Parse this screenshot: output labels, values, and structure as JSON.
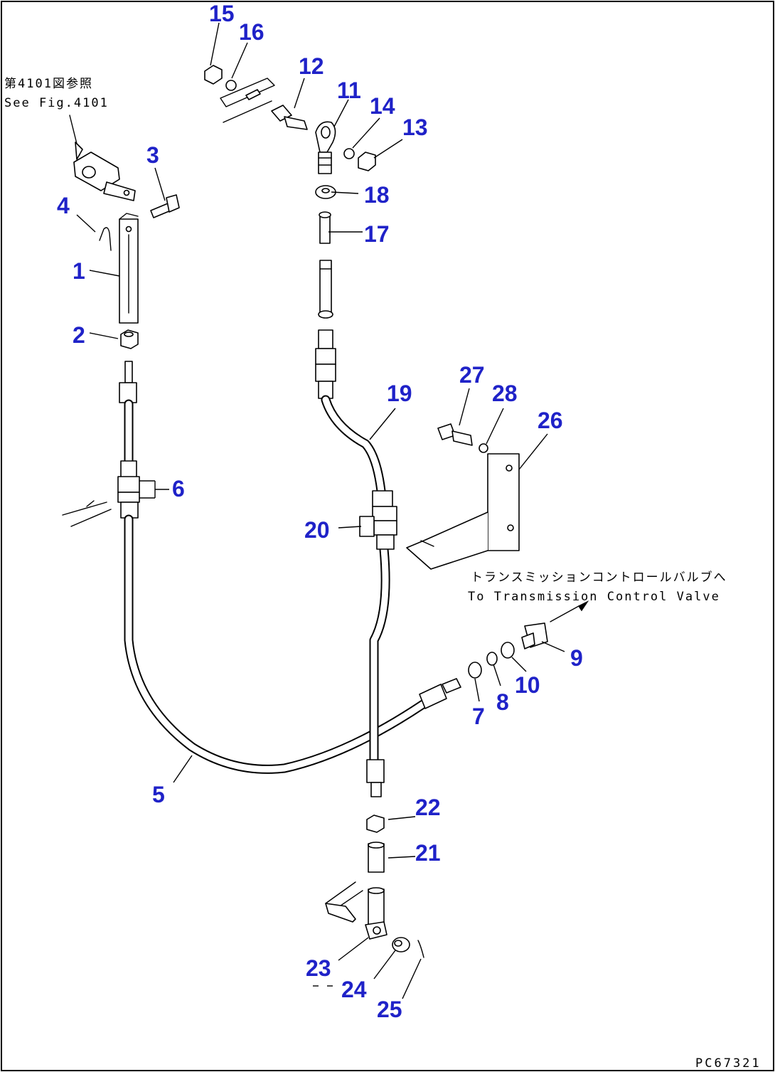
{
  "notes": {
    "see_fig_jp": "第4101図参照",
    "see_fig_en": "See Fig.4101",
    "valve_jp": "トランスミッションコントロールバルブへ",
    "valve_en": "To Transmission Control Valve"
  },
  "drawing_code": "PC67321",
  "callouts": {
    "c1": "1",
    "c2": "2",
    "c3": "3",
    "c4": "4",
    "c5": "5",
    "c6": "6",
    "c7": "7",
    "c8": "8",
    "c9": "9",
    "c10": "10",
    "c11": "11",
    "c12": "12",
    "c13": "13",
    "c14": "14",
    "c15": "15",
    "c16": "16",
    "c17": "17",
    "c18": "18",
    "c19": "19",
    "c20": "20",
    "c21": "21",
    "c22": "22",
    "c23": "23",
    "c24": "24",
    "c25": "25",
    "c26": "26",
    "c27": "27",
    "c28": "28"
  },
  "colors": {
    "callout": "#1f22c8",
    "line": "#000000",
    "background": "#ffffff"
  }
}
